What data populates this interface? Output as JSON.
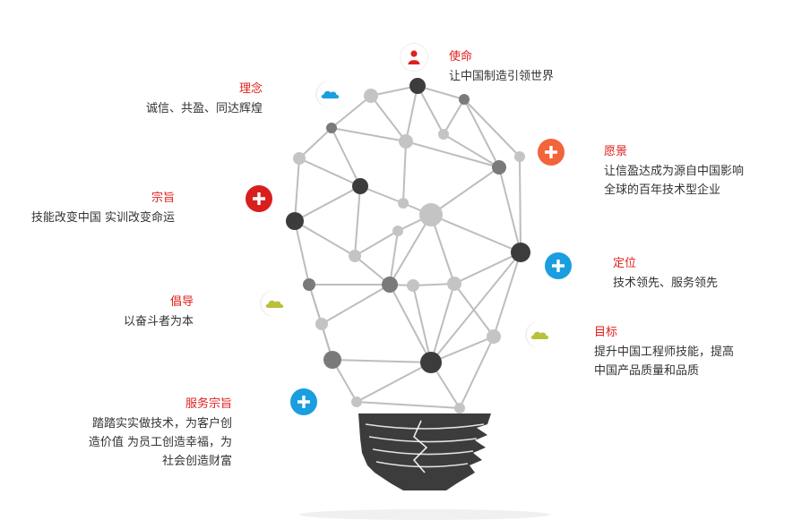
{
  "colors": {
    "accent_red": "#e0201c",
    "blue": "#1a9ee0",
    "orange": "#f2643a",
    "olive": "#b9c13a",
    "dark_node": "#3c3c3c",
    "mid_node": "#7a7a7a",
    "light_node": "#c4c4c4",
    "wire": "#bdbdbd"
  },
  "items": [
    {
      "key": "mission",
      "icon": "person-icon",
      "title": "使命",
      "lines": [
        "让中国制造引领世界"
      ]
    },
    {
      "key": "philosophy",
      "icon": "cloud-icon",
      "title": "理念",
      "lines": [
        "诚信、共盈、同达辉煌"
      ]
    },
    {
      "key": "vision",
      "icon": "plus-icon",
      "title": "愿景",
      "lines": [
        "让信盈达成为源自中国影响",
        "全球的百年技术型企业"
      ]
    },
    {
      "key": "purpose",
      "icon": "plus-icon",
      "title": "宗旨",
      "lines": [
        "技能改变中国 实训改变命运"
      ]
    },
    {
      "key": "position",
      "icon": "plus-icon",
      "title": "定位",
      "lines": [
        "技术领先、服务领先"
      ]
    },
    {
      "key": "advocacy",
      "icon": "cloud-icon",
      "title": "倡导",
      "lines": [
        "以奋斗者为本"
      ]
    },
    {
      "key": "goal",
      "icon": "cloud-icon",
      "title": "目标",
      "lines": [
        "提升中国工程师技能，提高",
        "中国产品质量和品质"
      ]
    },
    {
      "key": "service",
      "icon": "plus-icon",
      "title": "服务宗旨",
      "lines": [
        "踏踏实实做技术，为客户创",
        "造价值 为员工创造幸福，为",
        "社会创造财富"
      ]
    }
  ]
}
